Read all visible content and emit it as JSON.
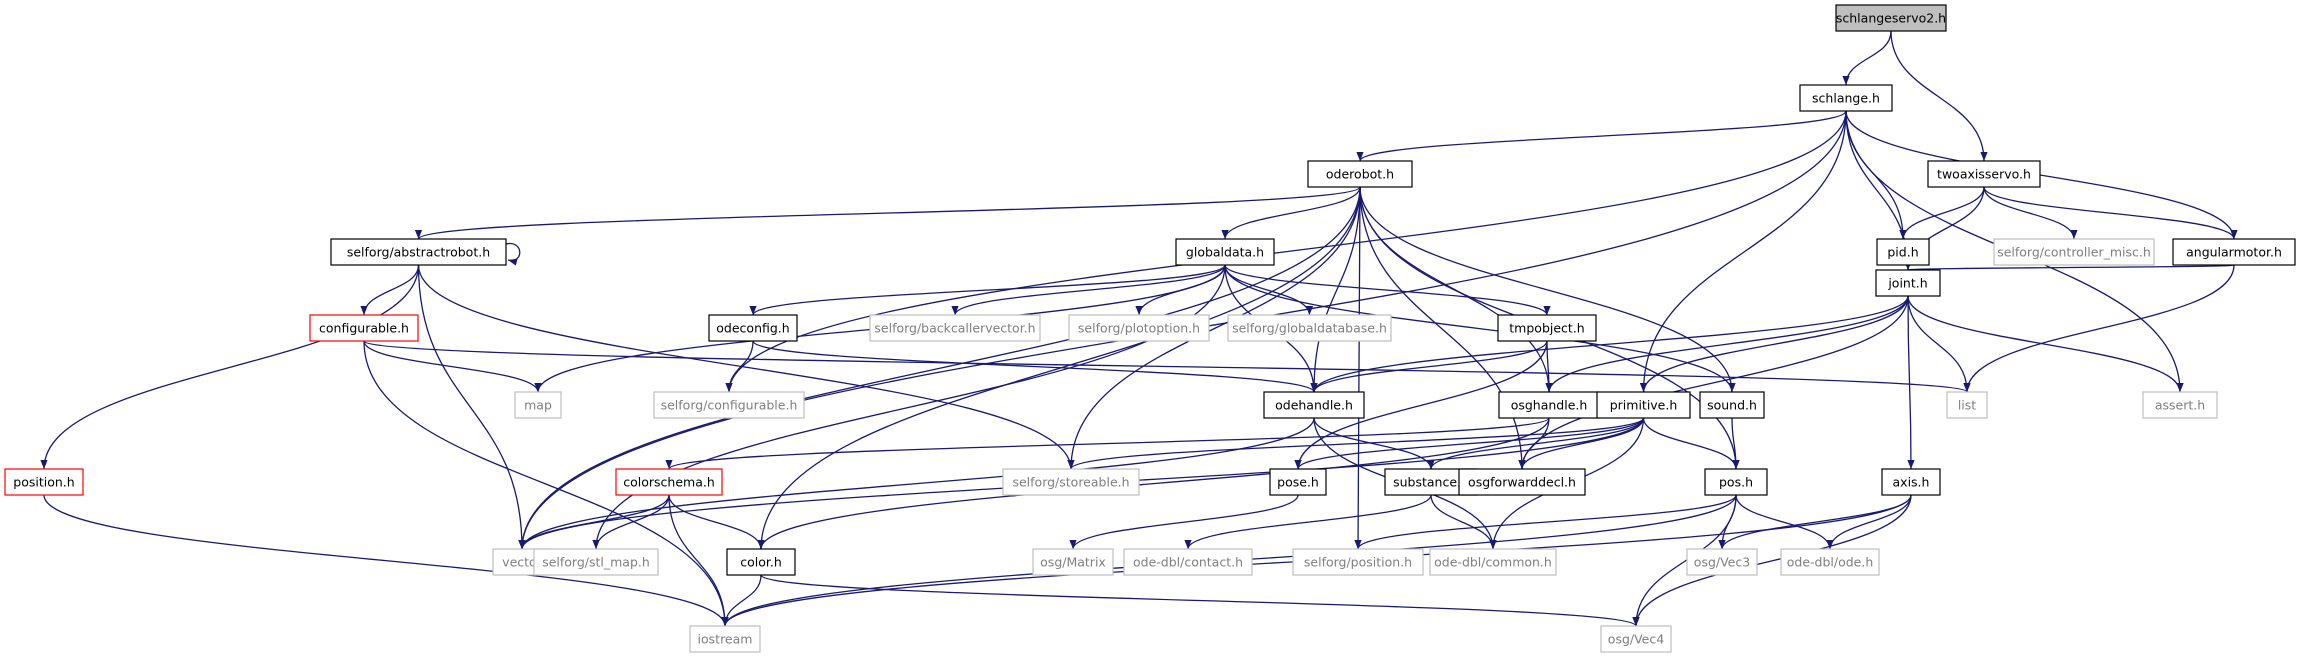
{
  "colors": {
    "edge": "#191970",
    "root_fill": "#bfbfbf",
    "node_border": "#000000",
    "external_border": "#bfbfbf",
    "external_text": "#7f7f7f",
    "truncated_border": "#ff0000"
  },
  "nodes": [
    {
      "id": "schlangeservo2",
      "label": "schlangeservo2.h",
      "kind": "root"
    },
    {
      "id": "schlange",
      "label": "schlange.h",
      "kind": "local"
    },
    {
      "id": "oderobot",
      "label": "oderobot.h",
      "kind": "local"
    },
    {
      "id": "twoaxisservo",
      "label": "twoaxisservo.h",
      "kind": "local"
    },
    {
      "id": "abstractrobot",
      "label": "selforg/abstractrobot.h",
      "kind": "local"
    },
    {
      "id": "globaldata",
      "label": "globaldata.h",
      "kind": "local"
    },
    {
      "id": "pid",
      "label": "pid.h",
      "kind": "local"
    },
    {
      "id": "controller_misc",
      "label": "selforg/controller_misc.h",
      "kind": "external"
    },
    {
      "id": "angularmotor",
      "label": "angularmotor.h",
      "kind": "local"
    },
    {
      "id": "configurable",
      "label": "configurable.h",
      "kind": "truncated"
    },
    {
      "id": "odeconfig",
      "label": "odeconfig.h",
      "kind": "local"
    },
    {
      "id": "backcallervector",
      "label": "selforg/backcallervector.h",
      "kind": "external"
    },
    {
      "id": "plotoption",
      "label": "selforg/plotoption.h",
      "kind": "external"
    },
    {
      "id": "globaldatabase",
      "label": "selforg/globaldatabase.h",
      "kind": "external"
    },
    {
      "id": "tmpobject",
      "label": "tmpobject.h",
      "kind": "local"
    },
    {
      "id": "joint",
      "label": "joint.h",
      "kind": "local"
    },
    {
      "id": "map",
      "label": "map",
      "kind": "external"
    },
    {
      "id": "sf_configurable",
      "label": "selforg/configurable.h",
      "kind": "external"
    },
    {
      "id": "odehandle",
      "label": "odehandle.h",
      "kind": "local"
    },
    {
      "id": "osghandle",
      "label": "osghandle.h",
      "kind": "local"
    },
    {
      "id": "primitive",
      "label": "primitive.h",
      "kind": "local"
    },
    {
      "id": "sound",
      "label": "sound.h",
      "kind": "local"
    },
    {
      "id": "list",
      "label": "list",
      "kind": "external"
    },
    {
      "id": "assert",
      "label": "assert.h",
      "kind": "external"
    },
    {
      "id": "position",
      "label": "position.h",
      "kind": "truncated"
    },
    {
      "id": "colorschema",
      "label": "colorschema.h",
      "kind": "truncated"
    },
    {
      "id": "storeable",
      "label": "selforg/storeable.h",
      "kind": "external"
    },
    {
      "id": "pose",
      "label": "pose.h",
      "kind": "local"
    },
    {
      "id": "substance",
      "label": "substance.h",
      "kind": "local"
    },
    {
      "id": "osgforwarddecl",
      "label": "osgforwarddecl.h",
      "kind": "local"
    },
    {
      "id": "pos",
      "label": "pos.h",
      "kind": "local"
    },
    {
      "id": "axis",
      "label": "axis.h",
      "kind": "local"
    },
    {
      "id": "vector",
      "label": "vector",
      "kind": "external"
    },
    {
      "id": "stl_map",
      "label": "selforg/stl_map.h",
      "kind": "external"
    },
    {
      "id": "color",
      "label": "color.h",
      "kind": "local"
    },
    {
      "id": "osgmatrix",
      "label": "osg/Matrix",
      "kind": "external"
    },
    {
      "id": "contact",
      "label": "ode-dbl/contact.h",
      "kind": "external"
    },
    {
      "id": "sf_position",
      "label": "selforg/position.h",
      "kind": "external"
    },
    {
      "id": "common",
      "label": "ode-dbl/common.h",
      "kind": "external"
    },
    {
      "id": "osgvec3",
      "label": "osg/Vec3",
      "kind": "external"
    },
    {
      "id": "ode",
      "label": "ode-dbl/ode.h",
      "kind": "external"
    },
    {
      "id": "iostream",
      "label": "iostream",
      "kind": "external"
    },
    {
      "id": "osgvec4",
      "label": "osg/Vec4",
      "kind": "external"
    }
  ],
  "edges": [
    [
      "schlangeservo2",
      "schlange"
    ],
    [
      "schlangeservo2",
      "twoaxisservo"
    ],
    [
      "schlange",
      "oderobot"
    ],
    [
      "schlange",
      "vector"
    ],
    [
      "schlange",
      "primitive"
    ],
    [
      "schlange",
      "joint"
    ],
    [
      "schlange",
      "pid"
    ],
    [
      "schlange",
      "angularmotor"
    ],
    [
      "schlange",
      "assert"
    ],
    [
      "schlange",
      "sf_configurable"
    ],
    [
      "oderobot",
      "abstractrobot"
    ],
    [
      "oderobot",
      "globaldata"
    ],
    [
      "oderobot",
      "odehandle"
    ],
    [
      "oderobot",
      "osghandle"
    ],
    [
      "oderobot",
      "pos"
    ],
    [
      "oderobot",
      "osgforwarddecl"
    ],
    [
      "oderobot",
      "vector"
    ],
    [
      "oderobot",
      "color"
    ],
    [
      "oderobot",
      "sf_position"
    ],
    [
      "oderobot",
      "storeable"
    ],
    [
      "oderobot",
      "sound"
    ],
    [
      "twoaxisservo",
      "pid"
    ],
    [
      "twoaxisservo",
      "controller_misc"
    ],
    [
      "twoaxisservo",
      "angularmotor"
    ],
    [
      "twoaxisservo",
      "joint"
    ],
    [
      "abstractrobot",
      "abstractrobot"
    ],
    [
      "abstractrobot",
      "configurable"
    ],
    [
      "abstractrobot",
      "position"
    ],
    [
      "abstractrobot",
      "vector"
    ],
    [
      "abstractrobot",
      "storeable"
    ],
    [
      "globaldata",
      "odeconfig"
    ],
    [
      "globaldata",
      "backcallervector"
    ],
    [
      "globaldata",
      "plotoption"
    ],
    [
      "globaldata",
      "globaldatabase"
    ],
    [
      "globaldata",
      "tmpobject"
    ],
    [
      "globaldata",
      "odehandle"
    ],
    [
      "globaldata",
      "map"
    ],
    [
      "globaldata",
      "stl_map"
    ],
    [
      "globaldata",
      "sound"
    ],
    [
      "angularmotor",
      "joint"
    ],
    [
      "angularmotor",
      "list"
    ],
    [
      "configurable",
      "map"
    ],
    [
      "configurable",
      "list"
    ],
    [
      "configurable",
      "iostream"
    ],
    [
      "odeconfig",
      "odehandle"
    ],
    [
      "odeconfig",
      "sf_configurable"
    ],
    [
      "tmpobject",
      "odehandle"
    ],
    [
      "tmpobject",
      "osghandle"
    ],
    [
      "tmpobject",
      "pose"
    ],
    [
      "joint",
      "odehandle"
    ],
    [
      "joint",
      "osghandle"
    ],
    [
      "joint",
      "primitive"
    ],
    [
      "joint",
      "axis"
    ],
    [
      "joint",
      "list"
    ],
    [
      "joint",
      "assert"
    ],
    [
      "joint",
      "osgforwarddecl"
    ],
    [
      "odehandle",
      "substance"
    ],
    [
      "odehandle",
      "vector"
    ],
    [
      "odehandle",
      "common"
    ],
    [
      "osghandle",
      "osgforwarddecl"
    ],
    [
      "osghandle",
      "colorschema"
    ],
    [
      "osghandle",
      "color"
    ],
    [
      "primitive",
      "pose"
    ],
    [
      "primitive",
      "substance"
    ],
    [
      "primitive",
      "osgforwarddecl"
    ],
    [
      "primitive",
      "pos"
    ],
    [
      "primitive",
      "vector"
    ],
    [
      "primitive",
      "storeable"
    ],
    [
      "primitive",
      "common"
    ],
    [
      "sound",
      "pos"
    ],
    [
      "position",
      "iostream"
    ],
    [
      "colorschema",
      "color"
    ],
    [
      "colorschema",
      "vector"
    ],
    [
      "colorschema",
      "stl_map"
    ],
    [
      "colorschema",
      "iostream"
    ],
    [
      "pose",
      "osgmatrix"
    ],
    [
      "substance",
      "contact"
    ],
    [
      "substance",
      "common"
    ],
    [
      "pos",
      "osgvec3"
    ],
    [
      "pos",
      "ode"
    ],
    [
      "pos",
      "osgvec4"
    ],
    [
      "pos",
      "iostream"
    ],
    [
      "pos",
      "sf_position"
    ],
    [
      "axis",
      "osgvec3"
    ],
    [
      "axis",
      "ode"
    ],
    [
      "axis",
      "osgvec4"
    ],
    [
      "axis",
      "iostream"
    ],
    [
      "color",
      "iostream"
    ],
    [
      "color",
      "osgvec4"
    ]
  ]
}
